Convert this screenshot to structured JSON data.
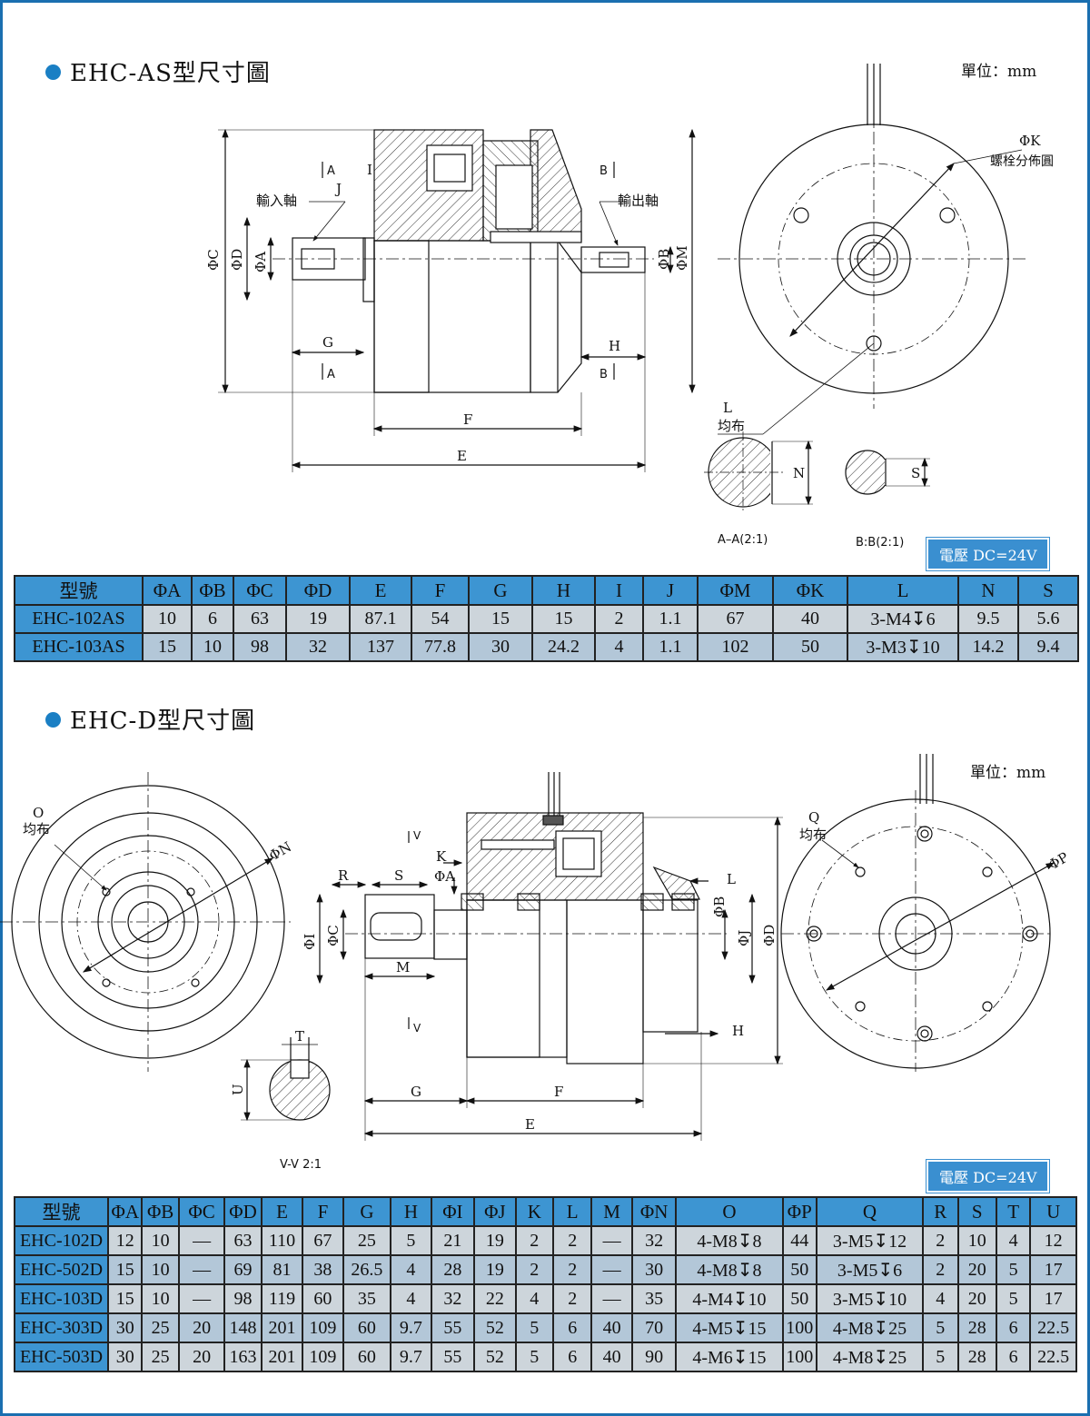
{
  "section_as": {
    "title": "EHC-AS型尺寸圖",
    "unit": "單位：mm",
    "voltage": "電壓 DC=24V",
    "labels": {
      "input_shaft": "輸入軸",
      "output_shaft": "輸出軸",
      "phiK": "ΦK",
      "bolt_circle": "螺栓分佈圓",
      "L": "L",
      "evenly": "均布",
      "section_aa": "A–A(2:1)",
      "section_bb": "B:B(2:1)",
      "A": "A",
      "B": "B",
      "I": "I",
      "J": "J",
      "G": "G",
      "H": "H",
      "F": "F",
      "E": "E",
      "N": "N",
      "S": "S",
      "phiC": "ΦC",
      "phiD": "ΦD",
      "phiA": "ΦA",
      "phiB": "ΦB",
      "phiM": "ΦM"
    },
    "table": {
      "headers": [
        "型號",
        "ΦA",
        "ΦB",
        "ΦC",
        "ΦD",
        "E",
        "F",
        "G",
        "H",
        "I",
        "J",
        "ΦM",
        "ΦK",
        "L",
        "N",
        "S"
      ],
      "rows": [
        [
          "EHC-102AS",
          "10",
          "6",
          "63",
          "19",
          "87.1",
          "54",
          "15",
          "15",
          "2",
          "1.1",
          "67",
          "40",
          "3-M4↧6",
          "9.5",
          "5.6"
        ],
        [
          "EHC-103AS",
          "15",
          "10",
          "98",
          "32",
          "137",
          "77.8",
          "30",
          "24.2",
          "4",
          "1.1",
          "102",
          "50",
          "3-M3↧10",
          "14.2",
          "9.4"
        ]
      ]
    }
  },
  "section_d": {
    "title": "EHC-D型尺寸圖",
    "unit": "單位：mm",
    "voltage": "電壓 DC=24V",
    "labels": {
      "O": "O",
      "evenly": "均布",
      "phiN": "ΦN",
      "V": "V",
      "K": "K",
      "R": "R",
      "S": "S",
      "phiA": "ΦA",
      "L": "L",
      "phiB": "ΦB",
      "phiI": "ΦI",
      "phiC": "ΦC",
      "M": "M",
      "phiJ": "ΦJ",
      "phiD": "ΦD",
      "H": "H",
      "G": "G",
      "F": "F",
      "E": "E",
      "T": "T",
      "U": "U",
      "section_vv": "V-V 2:1",
      "Q": "Q",
      "phiP": "ΦP"
    },
    "table": {
      "headers": [
        "型號",
        "ΦA",
        "ΦB",
        "ΦC",
        "ΦD",
        "E",
        "F",
        "G",
        "H",
        "ΦI",
        "ΦJ",
        "K",
        "L",
        "M",
        "ΦN",
        "O",
        "ΦP",
        "Q",
        "R",
        "S",
        "T",
        "U"
      ],
      "rows": [
        [
          "EHC-102D",
          "12",
          "10",
          "—",
          "63",
          "110",
          "67",
          "25",
          "5",
          "21",
          "19",
          "2",
          "2",
          "—",
          "32",
          "4-M8↧8",
          "44",
          "3-M5↧12",
          "2",
          "10",
          "4",
          "12"
        ],
        [
          "EHC-502D",
          "15",
          "10",
          "—",
          "69",
          "81",
          "38",
          "26.5",
          "4",
          "28",
          "19",
          "2",
          "2",
          "—",
          "30",
          "4-M8↧8",
          "50",
          "3-M5↧6",
          "2",
          "20",
          "5",
          "17"
        ],
        [
          "EHC-103D",
          "15",
          "10",
          "—",
          "98",
          "119",
          "60",
          "35",
          "4",
          "32",
          "22",
          "4",
          "2",
          "—",
          "35",
          "4-M4↧10",
          "50",
          "3-M5↧10",
          "4",
          "20",
          "5",
          "17"
        ],
        [
          "EHC-303D",
          "30",
          "25",
          "20",
          "148",
          "201",
          "109",
          "60",
          "9.7",
          "55",
          "52",
          "5",
          "6",
          "40",
          "70",
          "4-M5↧15",
          "100",
          "4-M8↧25",
          "5",
          "28",
          "6",
          "22.5"
        ],
        [
          "EHC-503D",
          "30",
          "25",
          "20",
          "163",
          "201",
          "109",
          "60",
          "9.7",
          "55",
          "52",
          "5",
          "6",
          "40",
          "90",
          "4-M6↧15",
          "100",
          "4-M8↧25",
          "5",
          "28",
          "6",
          "22.5"
        ]
      ]
    }
  }
}
